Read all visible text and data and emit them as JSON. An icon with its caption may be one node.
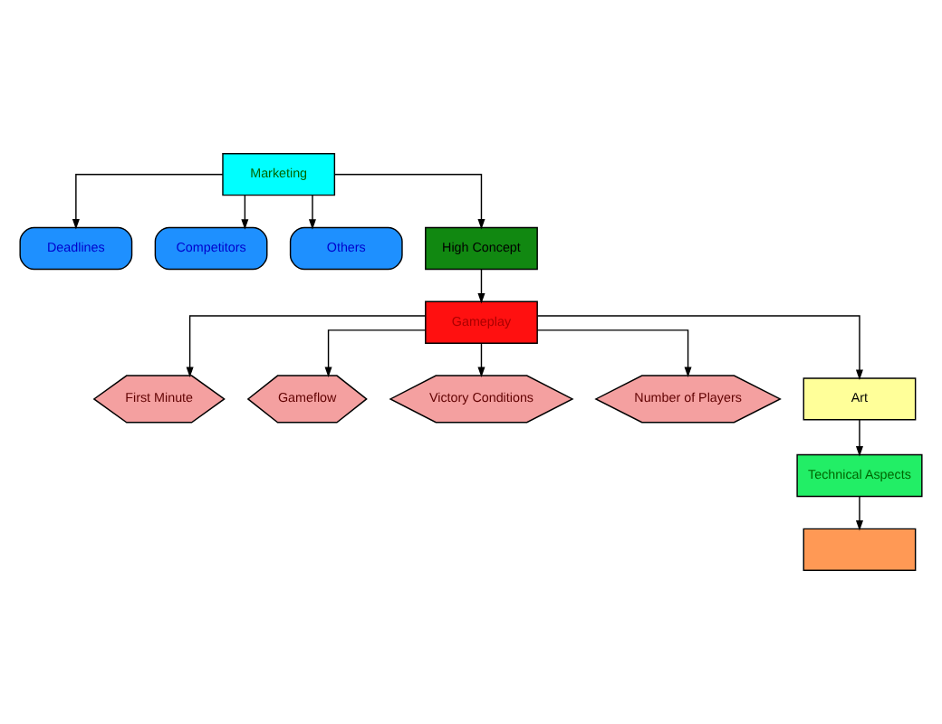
{
  "diagram": {
    "nodes": [
      {
        "text": [
          "Marketing"
        ]
      },
      {
        "text": [
          "Deadlines"
        ]
      },
      {
        "text": [
          "Competitors"
        ]
      },
      {
        "text": [
          "Others"
        ]
      },
      {
        "text": [
          "High Concept"
        ]
      },
      {
        "text": [
          "Gameplay"
        ]
      },
      {
        "text": [
          "First Minute"
        ]
      },
      {
        "text": [
          "Gameflow"
        ]
      },
      {
        "text": [
          "Victory Conditions"
        ]
      },
      {
        "text": [
          "Number of Players"
        ]
      },
      {
        "text": [
          "Art"
        ]
      },
      {
        "text": [
          "Technical Aspects"
        ]
      },
      {
        "text": [],
        "shape": "box"
      }
    ],
    "edges": [
      {
        "from": 0,
        "to": 1,
        "arrow": "to"
      },
      {
        "from": 0,
        "to": 2,
        "arrow": "to"
      },
      {
        "from": 0,
        "to": 3,
        "arrow": "to"
      },
      {
        "from": 0,
        "to": 4,
        "arrow": "to"
      },
      {
        "from": 4,
        "to": 5,
        "arrow": "to"
      },
      {
        "from": 5,
        "to": 6,
        "arrow": "to"
      },
      {
        "from": 5,
        "to": 7,
        "arrow": "to"
      },
      {
        "from": 5,
        "to": 8,
        "arrow": "to"
      },
      {
        "from": 5,
        "to": 9,
        "arrow": "to"
      },
      {
        "from": 5,
        "to": 10,
        "arrow": "to"
      },
      {
        "from": 10,
        "to": 11,
        "arrow": "to"
      },
      {
        "from": 11,
        "to": 12,
        "arrow": "to"
      }
    ]
  }
}
